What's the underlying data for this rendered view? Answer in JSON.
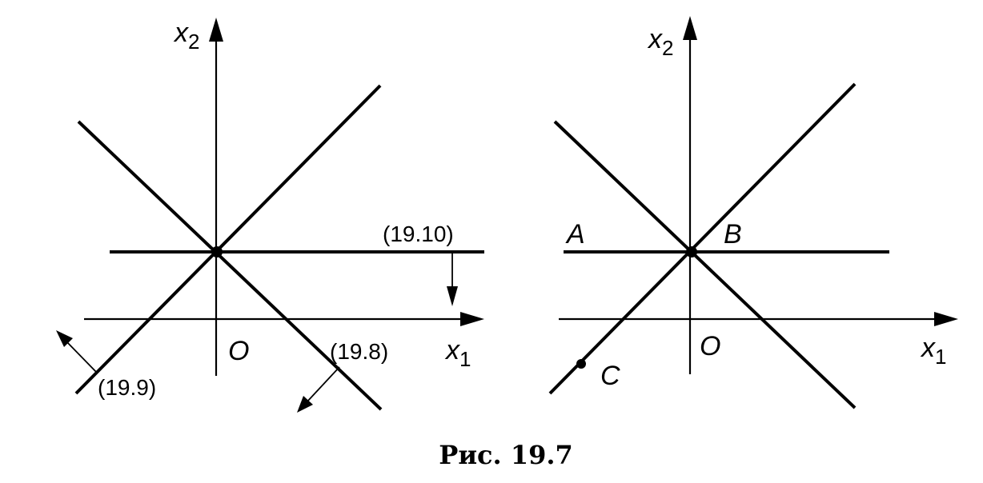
{
  "left": {
    "axis_x_label": "x",
    "axis_x_sub": "1",
    "axis_y_label": "x",
    "axis_y_sub": "2",
    "origin_label": "O",
    "label_19_10": "(19.10)",
    "label_19_9": "(19.9)",
    "label_19_8": "(19.8)"
  },
  "right": {
    "axis_x_label": "x",
    "axis_x_sub": "1",
    "axis_y_label": "x",
    "axis_y_sub": "2",
    "origin_label": "O",
    "point_a": "A",
    "point_b": "B",
    "point_c": "C"
  },
  "caption": "Рис. 19.7"
}
